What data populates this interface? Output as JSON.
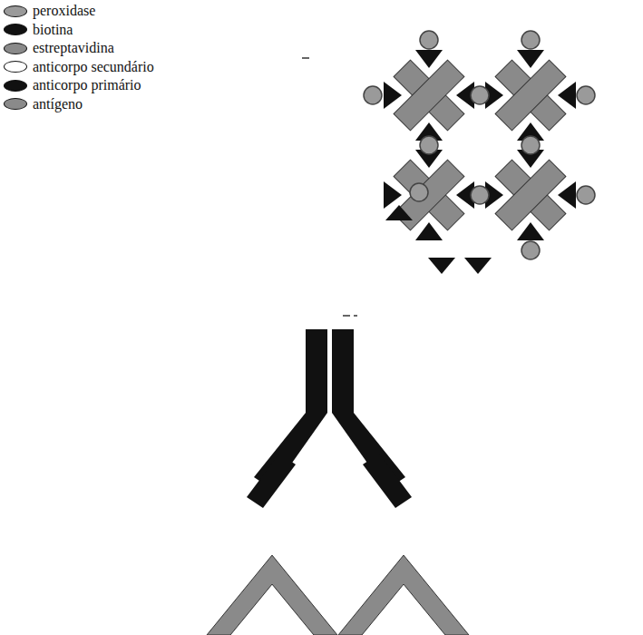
{
  "diagram": {
    "legend": [
      {
        "text": "peroxidase",
        "color": "#9a9a9a"
      },
      {
        "text": "biotina",
        "color": "#111111"
      },
      {
        "text": "estreptavidina",
        "color": "#8a8a8a"
      },
      {
        "text": "anticorpo secundário",
        "color": "#ffffff"
      },
      {
        "text": "anticorpo primário",
        "color": "#111111"
      },
      {
        "text": "antígeno",
        "color": "#8a8a8a"
      }
    ]
  }
}
